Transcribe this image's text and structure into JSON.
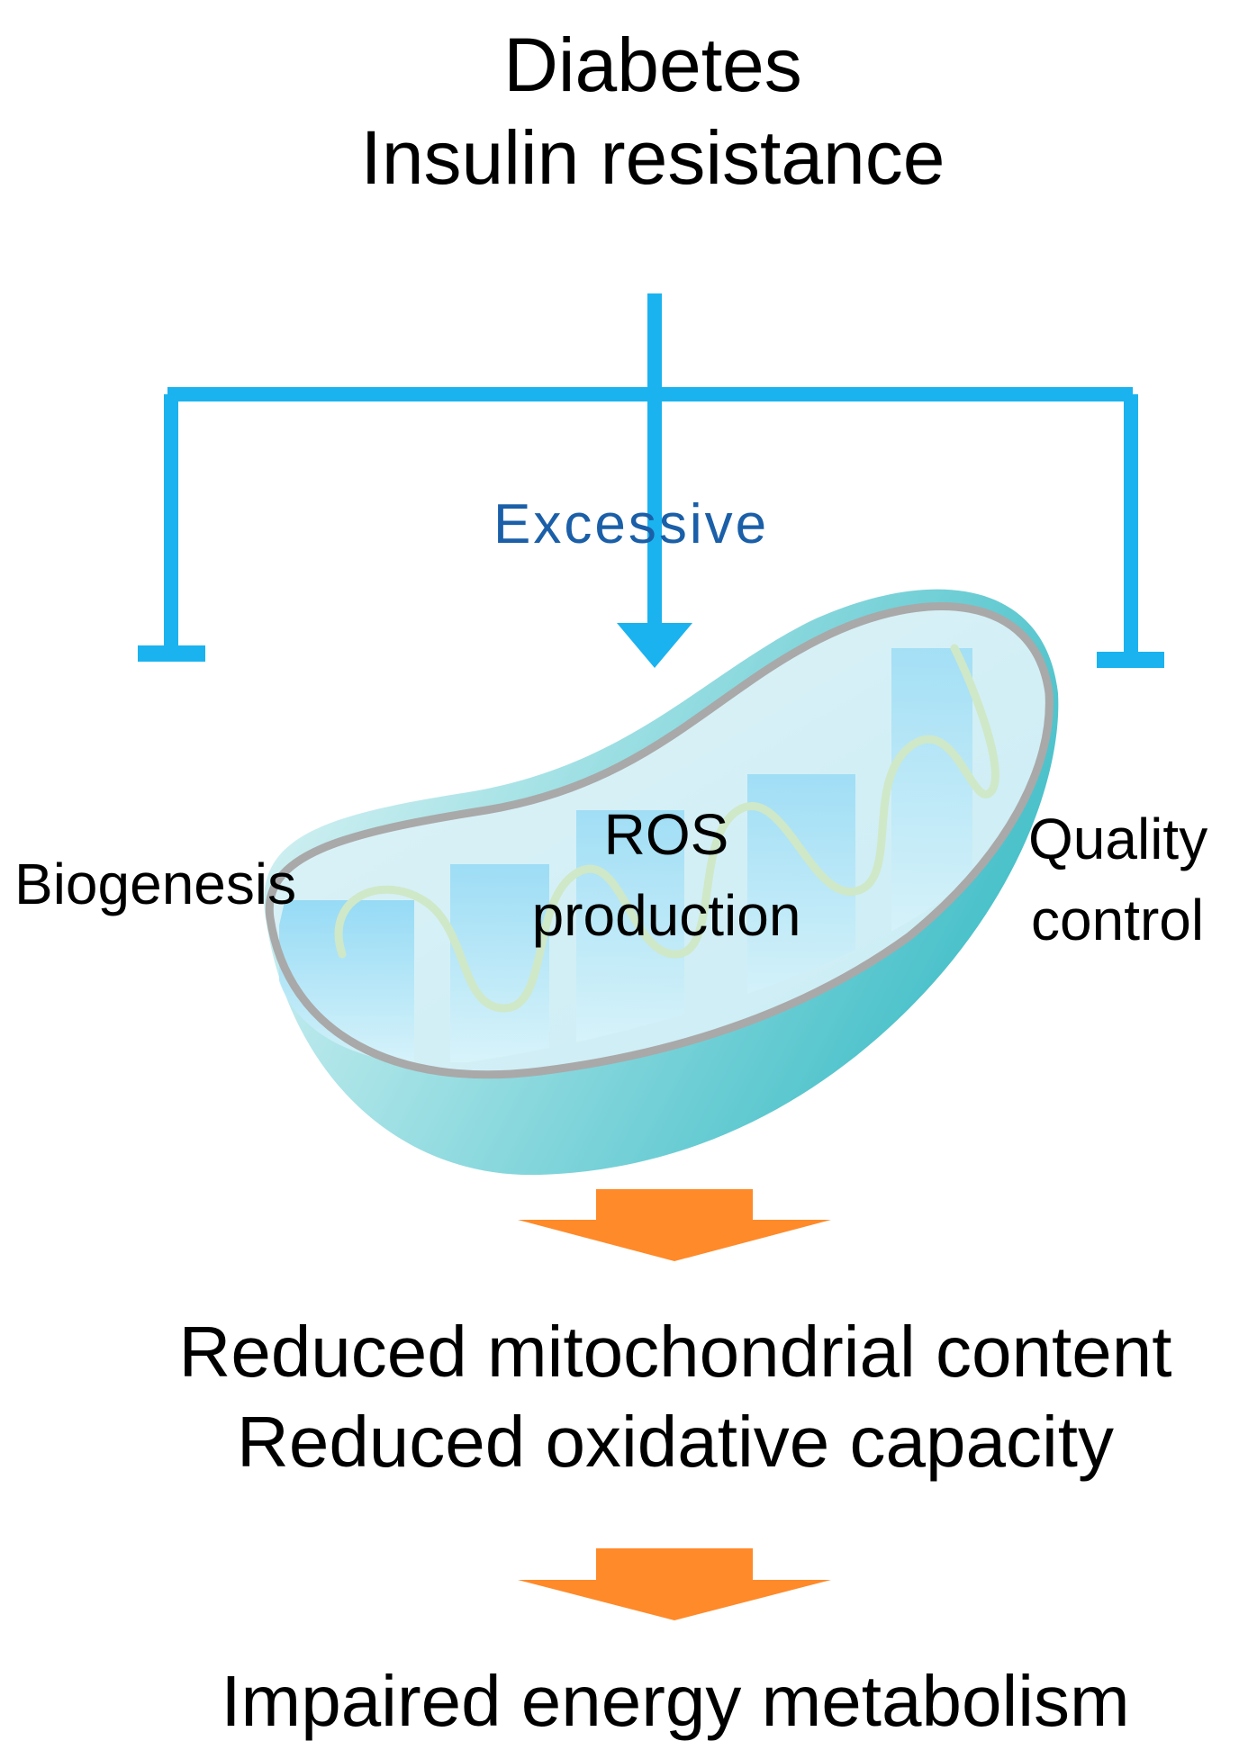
{
  "header": {
    "line1": "Diabetes",
    "line2": "Insulin resistance"
  },
  "effects": {
    "excessive_label": "Excessive",
    "left_label": "Biogenesis",
    "center_label_line1": "ROS",
    "center_label_line2": "production",
    "right_label_line1": "Quality",
    "right_label_line2": "control"
  },
  "outcomes": {
    "line1": "Reduced mitochondrial content",
    "line2": "Reduced oxidative capacity",
    "final": "Impaired energy metabolism"
  },
  "colors": {
    "inhibition_connector": "#1ab3ef",
    "excessive_text": "#1a5fa8",
    "outcome_arrow": "#ff8a2a",
    "mitochondrion_outer": "#4ec4cc",
    "mitochondrion_membrane": "#a9a9a9"
  }
}
